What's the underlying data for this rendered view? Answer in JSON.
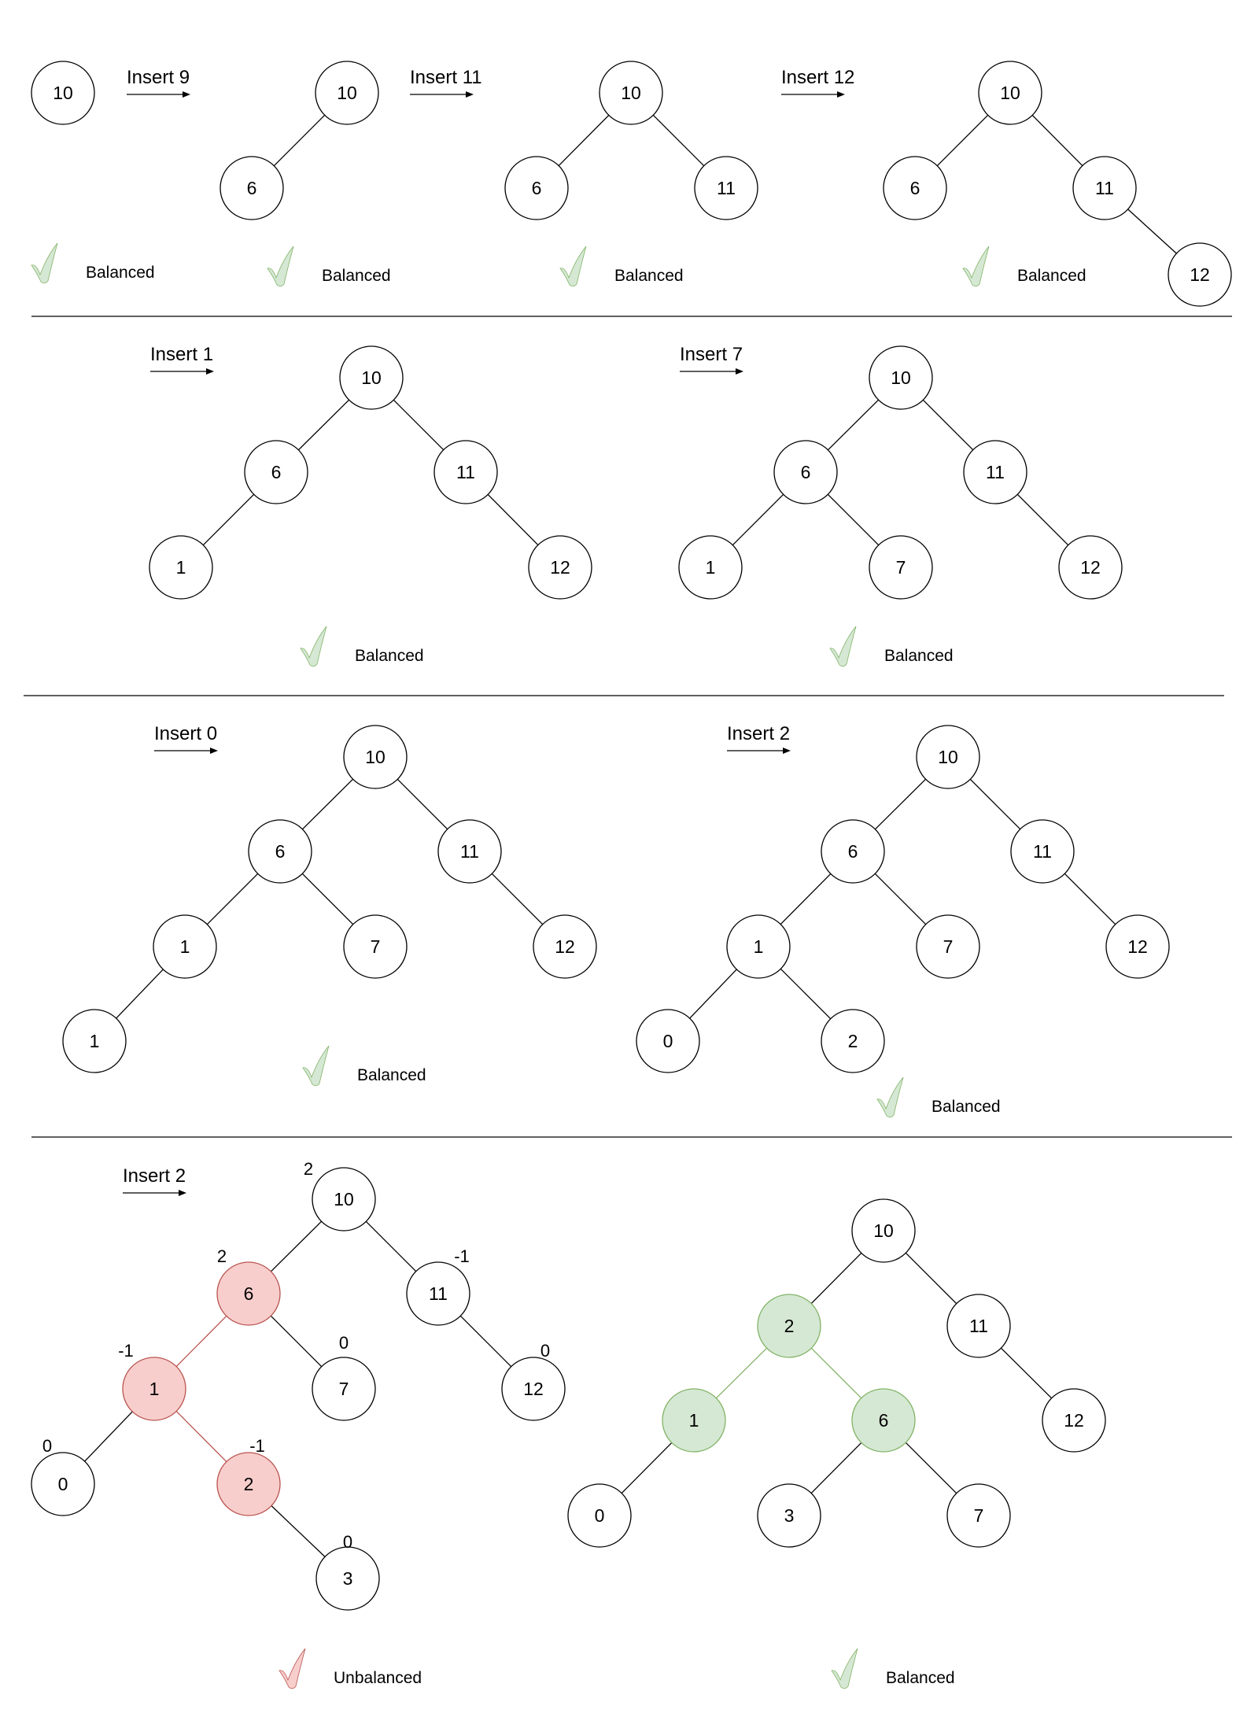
{
  "colors": {
    "stroke": "#000000",
    "node_fill": "#ffffff",
    "unbalanced_fill": "#f8cecc",
    "unbalanced_stroke": "#b85450",
    "balanced_fill": "#d5e8d4",
    "balanced_stroke": "#82b366",
    "check_balanced": "#d5e8d4",
    "check_unbalanced": "#f8cecc"
  },
  "steps": [
    {
      "id": "s1",
      "label": "",
      "caption": "Balanced",
      "nodes": [
        {
          "id": "n10",
          "text": "10"
        }
      ],
      "edges": []
    },
    {
      "id": "s2",
      "label": "Insert 9",
      "caption": "Balanced",
      "nodes": [
        {
          "id": "n10",
          "text": "10"
        },
        {
          "id": "n6",
          "text": "6"
        }
      ],
      "edges": [
        {
          "from": "n10",
          "to": "n6"
        }
      ]
    },
    {
      "id": "s3",
      "label": "Insert 11",
      "caption": "Balanced",
      "nodes": [
        {
          "id": "n10",
          "text": "10"
        },
        {
          "id": "n6",
          "text": "6"
        },
        {
          "id": "n11",
          "text": "11"
        }
      ],
      "edges": [
        {
          "from": "n10",
          "to": "n6"
        },
        {
          "from": "n10",
          "to": "n11"
        }
      ]
    },
    {
      "id": "s4",
      "label": "Insert 12",
      "caption": "Balanced",
      "nodes": [
        {
          "id": "n10",
          "text": "10"
        },
        {
          "id": "n6",
          "text": "6"
        },
        {
          "id": "n11",
          "text": "11"
        },
        {
          "id": "n12",
          "text": "12"
        }
      ],
      "edges": [
        {
          "from": "n10",
          "to": "n6"
        },
        {
          "from": "n10",
          "to": "n11"
        },
        {
          "from": "n11",
          "to": "n12"
        }
      ]
    },
    {
      "id": "s5",
      "label": "Insert 1",
      "caption": "Balanced",
      "nodes": [
        {
          "id": "n10",
          "text": "10"
        },
        {
          "id": "n6",
          "text": "6"
        },
        {
          "id": "n11",
          "text": "11"
        },
        {
          "id": "n1",
          "text": "1"
        },
        {
          "id": "n12",
          "text": "12"
        }
      ],
      "edges": [
        {
          "from": "n10",
          "to": "n6"
        },
        {
          "from": "n10",
          "to": "n11"
        },
        {
          "from": "n6",
          "to": "n1"
        },
        {
          "from": "n11",
          "to": "n12"
        }
      ]
    },
    {
      "id": "s6",
      "label": "Insert 7",
      "caption": "Balanced",
      "nodes": [
        {
          "id": "n10",
          "text": "10"
        },
        {
          "id": "n6",
          "text": "6"
        },
        {
          "id": "n11",
          "text": "11"
        },
        {
          "id": "n1",
          "text": "1"
        },
        {
          "id": "n7",
          "text": "7"
        },
        {
          "id": "n12",
          "text": "12"
        }
      ],
      "edges": [
        {
          "from": "n10",
          "to": "n6"
        },
        {
          "from": "n10",
          "to": "n11"
        },
        {
          "from": "n6",
          "to": "n1"
        },
        {
          "from": "n6",
          "to": "n7"
        },
        {
          "from": "n11",
          "to": "n12"
        }
      ]
    },
    {
      "id": "s7",
      "label": "Insert 0",
      "caption": "Balanced",
      "nodes": [
        {
          "id": "n10",
          "text": "10"
        },
        {
          "id": "n6",
          "text": "6"
        },
        {
          "id": "n11",
          "text": "11"
        },
        {
          "id": "n1",
          "text": "1"
        },
        {
          "id": "n7",
          "text": "7"
        },
        {
          "id": "n12",
          "text": "12"
        },
        {
          "id": "n0",
          "text": "1"
        }
      ],
      "edges": [
        {
          "from": "n10",
          "to": "n6"
        },
        {
          "from": "n10",
          "to": "n11"
        },
        {
          "from": "n6",
          "to": "n1"
        },
        {
          "from": "n6",
          "to": "n7"
        },
        {
          "from": "n11",
          "to": "n12"
        },
        {
          "from": "n1",
          "to": "n0"
        }
      ]
    },
    {
      "id": "s8",
      "label": "Insert 2",
      "caption": "Balanced",
      "nodes": [
        {
          "id": "n10",
          "text": "10"
        },
        {
          "id": "n6",
          "text": "6"
        },
        {
          "id": "n11",
          "text": "11"
        },
        {
          "id": "n1",
          "text": "1"
        },
        {
          "id": "n7",
          "text": "7"
        },
        {
          "id": "n12",
          "text": "12"
        },
        {
          "id": "n0",
          "text": "0"
        },
        {
          "id": "n2",
          "text": "2"
        }
      ],
      "edges": [
        {
          "from": "n10",
          "to": "n6"
        },
        {
          "from": "n10",
          "to": "n11"
        },
        {
          "from": "n6",
          "to": "n1"
        },
        {
          "from": "n6",
          "to": "n7"
        },
        {
          "from": "n11",
          "to": "n12"
        },
        {
          "from": "n1",
          "to": "n0"
        },
        {
          "from": "n1",
          "to": "n2"
        }
      ]
    },
    {
      "id": "s9",
      "label": "Insert 2",
      "caption": "Unbalanced",
      "status": "unbalanced",
      "nodes": [
        {
          "id": "n10",
          "text": "10",
          "bf": "2"
        },
        {
          "id": "n6",
          "text": "6",
          "bf": "2",
          "state": "unbalanced"
        },
        {
          "id": "n11",
          "text": "11",
          "bf": "-1"
        },
        {
          "id": "n1",
          "text": "1",
          "bf": "-1",
          "state": "unbalanced"
        },
        {
          "id": "n7",
          "text": "7",
          "bf": "0"
        },
        {
          "id": "n12",
          "text": "12",
          "bf": "0"
        },
        {
          "id": "n0",
          "text": "0",
          "bf": "0"
        },
        {
          "id": "n2",
          "text": "2",
          "bf": "-1",
          "state": "unbalanced"
        },
        {
          "id": "n3",
          "text": "3",
          "bf": "0"
        }
      ],
      "edges": [
        {
          "from": "n10",
          "to": "n6"
        },
        {
          "from": "n10",
          "to": "n11"
        },
        {
          "from": "n6",
          "to": "n1",
          "state": "unbalanced"
        },
        {
          "from": "n6",
          "to": "n7"
        },
        {
          "from": "n11",
          "to": "n12"
        },
        {
          "from": "n1",
          "to": "n0"
        },
        {
          "from": "n1",
          "to": "n2",
          "state": "unbalanced"
        },
        {
          "from": "n2",
          "to": "n3"
        }
      ]
    },
    {
      "id": "s10",
      "label": "",
      "caption": "Balanced",
      "nodes": [
        {
          "id": "n10",
          "text": "10"
        },
        {
          "id": "n2",
          "text": "2",
          "state": "balanced"
        },
        {
          "id": "n11",
          "text": "11"
        },
        {
          "id": "n1",
          "text": "1",
          "state": "balanced"
        },
        {
          "id": "n6",
          "text": "6",
          "state": "balanced"
        },
        {
          "id": "n12",
          "text": "12"
        },
        {
          "id": "n0",
          "text": "0"
        },
        {
          "id": "n3",
          "text": "3"
        },
        {
          "id": "n7",
          "text": "7"
        }
      ],
      "edges": [
        {
          "from": "n10",
          "to": "n2"
        },
        {
          "from": "n10",
          "to": "n11"
        },
        {
          "from": "n2",
          "to": "n1",
          "state": "balanced"
        },
        {
          "from": "n2",
          "to": "n6",
          "state": "balanced"
        },
        {
          "from": "n11",
          "to": "n12"
        },
        {
          "from": "n1",
          "to": "n0"
        },
        {
          "from": "n6",
          "to": "n3"
        },
        {
          "from": "n6",
          "to": "n7"
        }
      ]
    }
  ]
}
